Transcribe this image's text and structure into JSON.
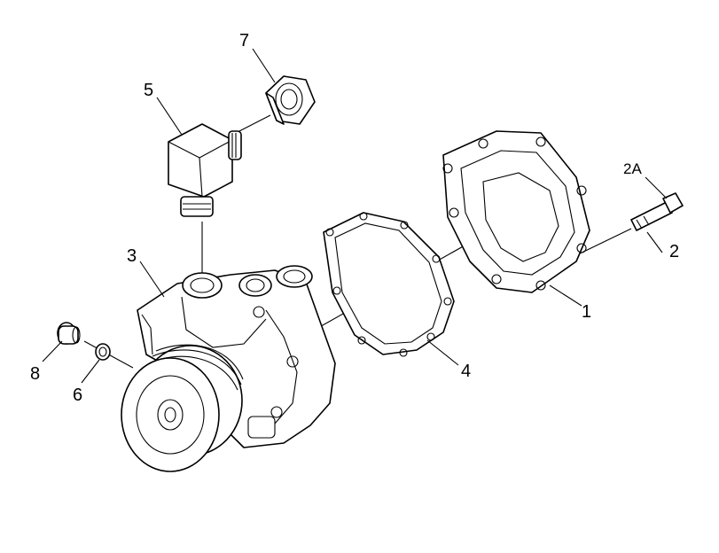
{
  "diagram": {
    "callouts": [
      {
        "id": "1",
        "label": "1"
      },
      {
        "id": "2",
        "label": "2"
      },
      {
        "id": "2A",
        "label": "2A"
      },
      {
        "id": "3",
        "label": "3"
      },
      {
        "id": "4",
        "label": "4"
      },
      {
        "id": "5",
        "label": "5"
      },
      {
        "id": "6",
        "label": "6"
      },
      {
        "id": "7",
        "label": "7"
      },
      {
        "id": "8",
        "label": "8"
      }
    ]
  }
}
